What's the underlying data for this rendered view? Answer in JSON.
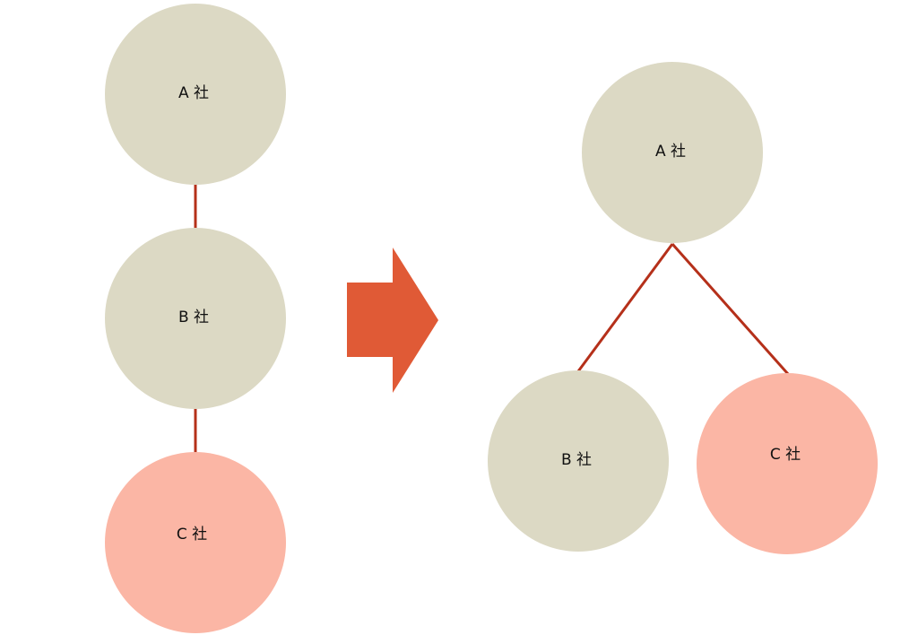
{
  "colors": {
    "node_neutral": "#dcd9c4",
    "node_highlight": "#fbb6a5",
    "connector": "#b5301a",
    "arrow": "#e05a36"
  },
  "before": {
    "nodes": [
      {
        "label": "A 社",
        "style": "neutral"
      },
      {
        "label": "B 社",
        "style": "neutral"
      },
      {
        "label": "C 社",
        "style": "highlight"
      }
    ],
    "structure": "chain A → B → C"
  },
  "transition_arrow": "arrow-right-icon",
  "after": {
    "nodes": [
      {
        "label": "A 社",
        "style": "neutral"
      },
      {
        "label": "B 社",
        "style": "neutral"
      },
      {
        "label": "C 社",
        "style": "highlight"
      }
    ],
    "structure": "A is parent of B and C"
  }
}
